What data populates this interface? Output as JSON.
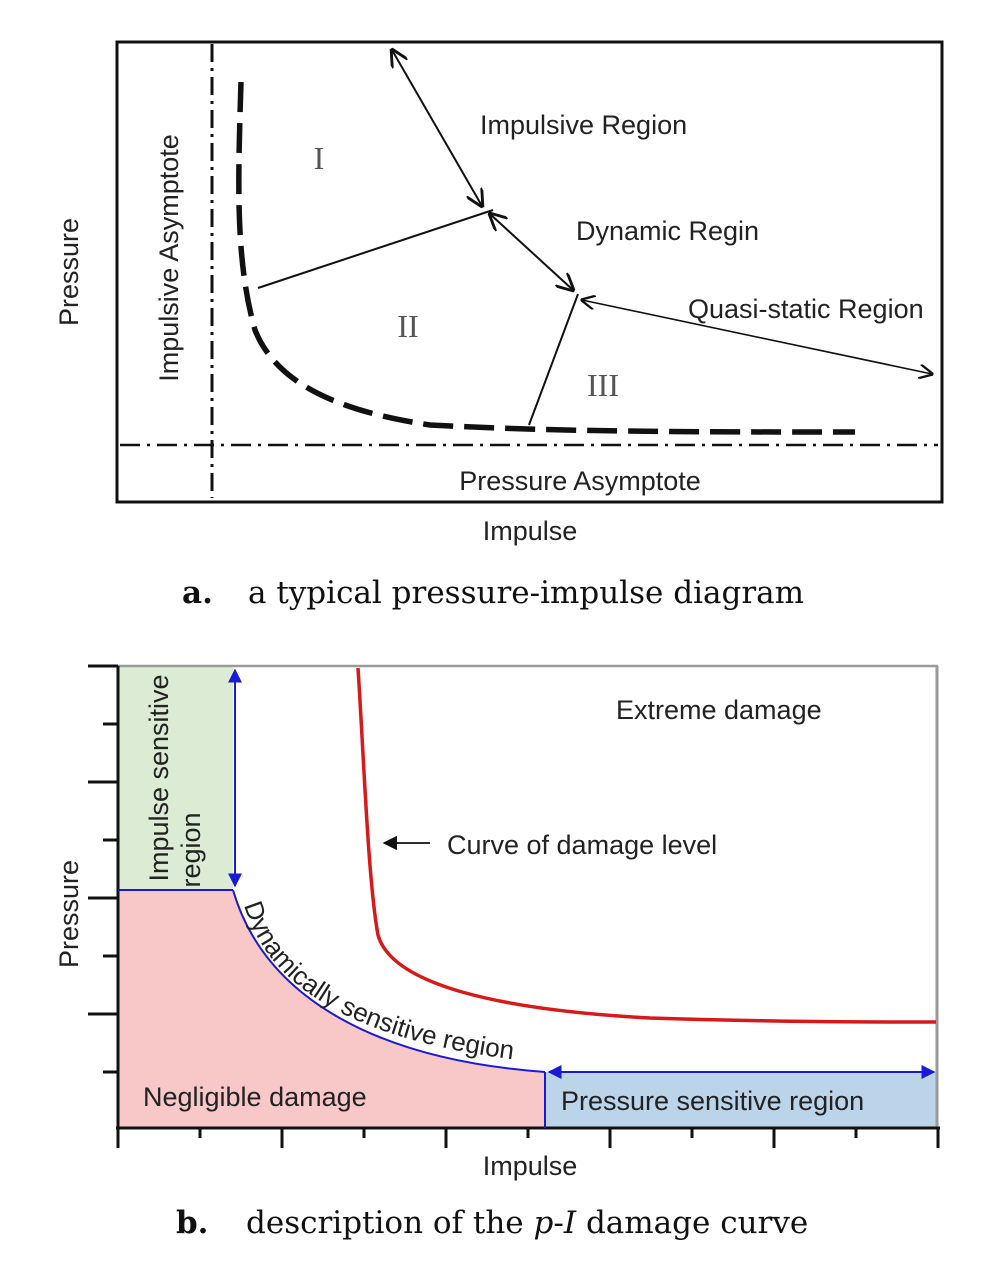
{
  "figure_a": {
    "y_axis_label": "Pressure",
    "x_axis_label": "Impulse",
    "impulsive_asymptote": "Impulsive Asymptote",
    "pressure_asymptote": "Pressure Asymptote",
    "region_labels": {
      "impulsive": "Impulsive Region",
      "dynamic": "Dynamic Regin",
      "quasi_static": "Quasi-static Region"
    },
    "roman": {
      "one": "I",
      "two": "II",
      "three": "III"
    },
    "caption_letter": "a.",
    "caption": "a typical pressure-impulse diagram"
  },
  "figure_b": {
    "y_axis_label": "Pressure",
    "x_axis_label": "Impulse",
    "extreme_damage": "Extreme damage",
    "curve_label": "Curve of damage level",
    "impulse_sensitive_line1": "Impulse sensitive",
    "impulse_sensitive_line2": "region",
    "dynamically_sensitive": "Dynamically sensitive region",
    "negligible_damage": "Negligible damage",
    "pressure_sensitive": "Pressure sensitive region",
    "caption_letter": "b.",
    "caption_pre": "description of the ",
    "caption_p": "p",
    "caption_dash": "-",
    "caption_I": "I",
    "caption_post": " damage curve",
    "colors": {
      "impulse_region": "#dcebd3",
      "negligible_region": "#f8c8c8",
      "pressure_region": "#bcd4ea",
      "damage_curve": "#d61a1a",
      "region_boundary": "#1a1ad6",
      "extreme_text": "#d61a1a"
    }
  }
}
